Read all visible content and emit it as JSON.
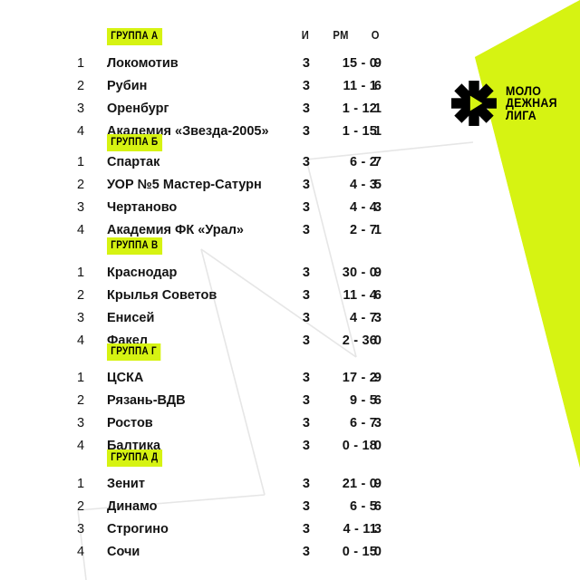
{
  "brand": {
    "mark_icon": "asterisk-play-mark",
    "panel_color": "#d6f312",
    "wordmark_lines": [
      "МОЛО",
      "ДЕЖНАЯ",
      "ЛИГА"
    ]
  },
  "table": {
    "columns": {
      "rank": "",
      "team": "",
      "games": "И",
      "goal_diff": "РМ",
      "points": "О"
    },
    "groups": [
      {
        "label": "ГРУППА А",
        "rows": [
          {
            "rank": "1",
            "team": "Локомотив",
            "games": "3",
            "goal_diff": "15 - 0",
            "points": "9"
          },
          {
            "rank": "2",
            "team": "Рубин",
            "games": "3",
            "goal_diff": "11 - 1",
            "points": "6"
          },
          {
            "rank": "3",
            "team": "Оренбург",
            "games": "3",
            "goal_diff": "1 - 12",
            "points": "1"
          },
          {
            "rank": "4",
            "team": "Академия «Звезда-2005»",
            "games": "3",
            "goal_diff": "1 - 15",
            "points": "1"
          }
        ]
      },
      {
        "label": "ГРУППА Б",
        "rows": [
          {
            "rank": "1",
            "team": "Спартак",
            "games": "3",
            "goal_diff": "6 - 2",
            "points": "7"
          },
          {
            "rank": "2",
            "team": "УОР №5 Мастер-Сатурн",
            "games": "3",
            "goal_diff": "4 - 3",
            "points": "5"
          },
          {
            "rank": "3",
            "team": "Чертаново",
            "games": "3",
            "goal_diff": "4 - 4",
            "points": "3"
          },
          {
            "rank": "4",
            "team": "Академия ФК «Урал»",
            "games": "3",
            "goal_diff": "2 - 7",
            "points": "1"
          }
        ]
      },
      {
        "label": "ГРУППА В",
        "rows": [
          {
            "rank": "1",
            "team": "Краснодар",
            "games": "3",
            "goal_diff": "30 - 0",
            "points": "9"
          },
          {
            "rank": "2",
            "team": "Крылья Советов",
            "games": "3",
            "goal_diff": "11 - 4",
            "points": "6"
          },
          {
            "rank": "3",
            "team": "Енисей",
            "games": "3",
            "goal_diff": "4 - 7",
            "points": "3"
          },
          {
            "rank": "4",
            "team": "Факел",
            "games": "3",
            "goal_diff": "2 - 36",
            "points": "0"
          }
        ]
      },
      {
        "label": "ГРУППА Г",
        "rows": [
          {
            "rank": "1",
            "team": "ЦСКА",
            "games": "3",
            "goal_diff": "17 - 2",
            "points": "9"
          },
          {
            "rank": "2",
            "team": "Рязань-ВДВ",
            "games": "3",
            "goal_diff": "9 - 5",
            "points": "6"
          },
          {
            "rank": "3",
            "team": "Ростов",
            "games": "3",
            "goal_diff": "6 - 7",
            "points": "3"
          },
          {
            "rank": "4",
            "team": "Балтика",
            "games": "3",
            "goal_diff": "0 - 18",
            "points": "0"
          }
        ]
      },
      {
        "label": "ГРУППА Д",
        "rows": [
          {
            "rank": "1",
            "team": "Зенит",
            "games": "3",
            "goal_diff": "21 - 0",
            "points": "9"
          },
          {
            "rank": "2",
            "team": "Динамо",
            "games": "3",
            "goal_diff": "6 - 5",
            "points": "6"
          },
          {
            "rank": "3",
            "team": "Строгино",
            "games": "3",
            "goal_diff": "4 - 11",
            "points": "3"
          },
          {
            "rank": "4",
            "team": "Сочи",
            "games": "3",
            "goal_diff": "0 - 15",
            "points": "0"
          }
        ]
      }
    ]
  }
}
